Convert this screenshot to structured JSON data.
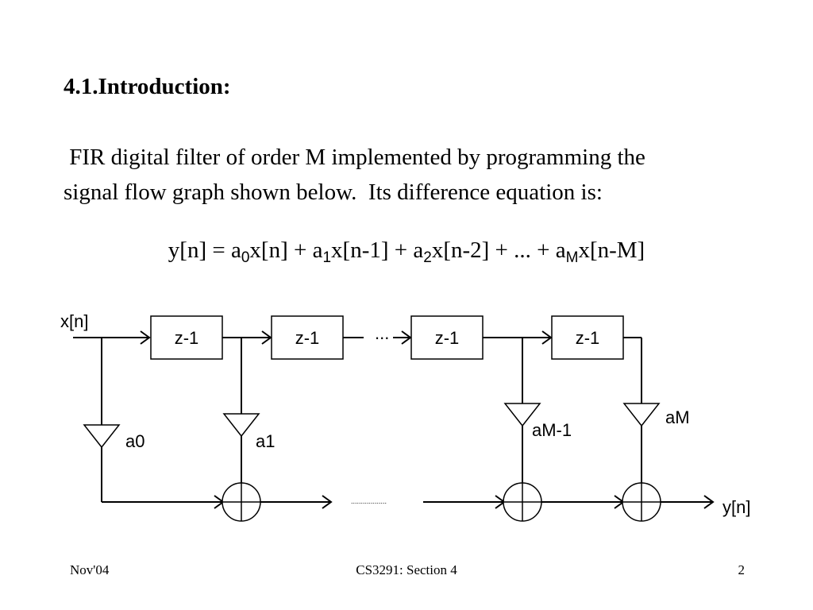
{
  "slide": {
    "title": "4.1.Introduction:",
    "paragraph_line1": " FIR digital filter of order M implemented by programming the",
    "paragraph_line2": "signal flow graph shown below.  Its difference equation is:",
    "equation": {
      "p0": "y[n] = a",
      "s0": "0",
      "p1": "x[n] + a",
      "s1": "1",
      "p2": "x[n-1] + a",
      "s2": "2",
      "p3": "x[n-2] + ... + a",
      "s3": "M",
      "p4": "x[n-M]"
    }
  },
  "diagram": {
    "input_label": "x[n]",
    "output_label": "y[n]",
    "delay_label": "z-1",
    "ellipsis_top": "...",
    "ellipsis_bottom": "..................",
    "coefficients": [
      "a0",
      "a1",
      "aM-1",
      "aM"
    ]
  },
  "footer": {
    "left": "Nov'04",
    "center": "CS3291: Section 4",
    "right": "2"
  }
}
